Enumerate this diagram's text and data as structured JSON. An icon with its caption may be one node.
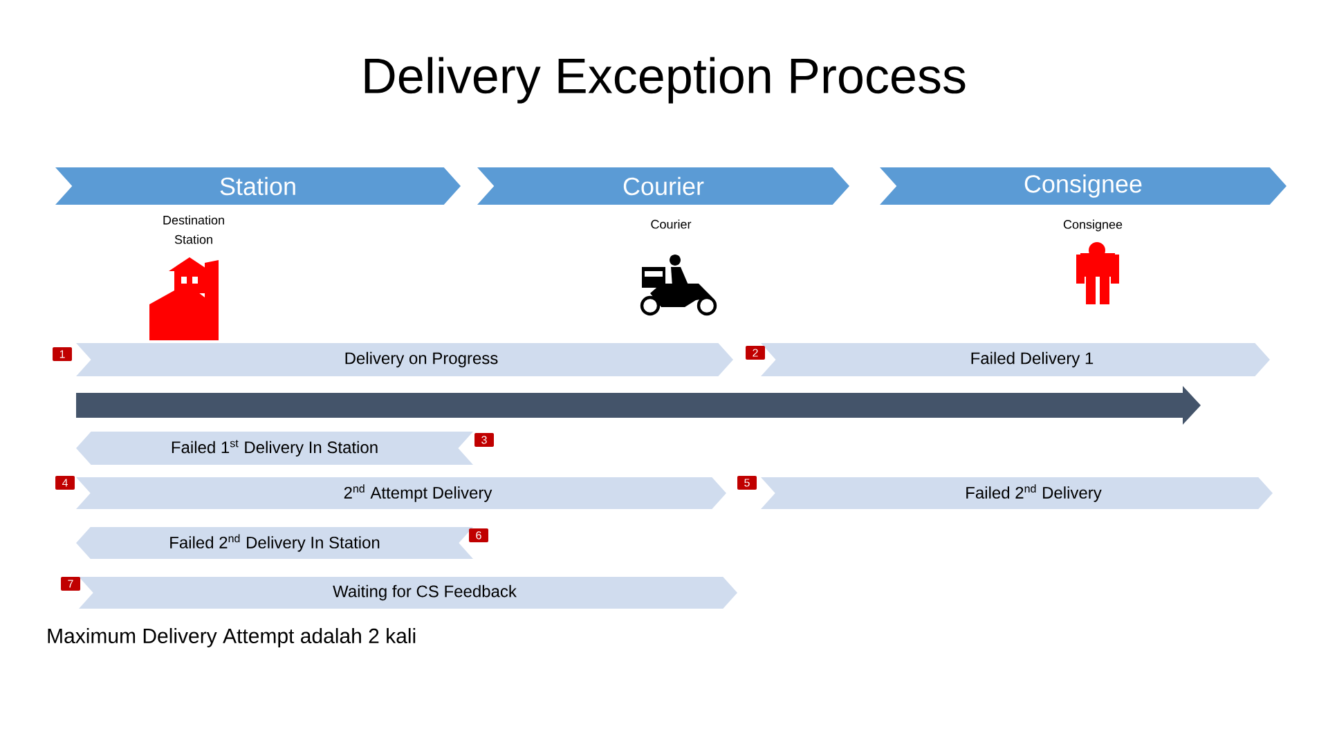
{
  "diagram": {
    "title": "Delivery Exception Process",
    "nodes": [
      {
        "text": [
          "Station"
        ],
        "beside": [
          "Destination Station"
        ]
      },
      {
        "text": [
          "Courier"
        ],
        "beside": [
          "Courier"
        ]
      },
      {
        "text": [
          "Consignee"
        ],
        "beside": [
          "Consignee"
        ]
      },
      {
        "text": [
          "Delivery on Progress"
        ],
        "beside": [
          "1"
        ]
      },
      {
        "text": [
          "Failed Delivery 1"
        ],
        "beside": [
          "2"
        ]
      },
      {
        "text": [
          "Failed 1$^{st}$ Delivery In Station"
        ],
        "beside": [
          "3"
        ]
      },
      {
        "text": [
          "2$^{nd}$ Attempt Delivery"
        ],
        "beside": [
          "4"
        ]
      },
      {
        "text": [
          "Failed 2$^{nd}$ Delivery"
        ],
        "beside": [
          "5"
        ]
      },
      {
        "text": [
          "Failed 2$^{nd}$ Delivery In Station"
        ],
        "beside": [
          "6"
        ]
      },
      {
        "text": [
          "Waiting for CS Feedback"
        ],
        "beside": [
          "7"
        ]
      }
    ],
    "labels": [
      "Maximum Delivery Attempt adalah 2 kali"
    ]
  }
}
